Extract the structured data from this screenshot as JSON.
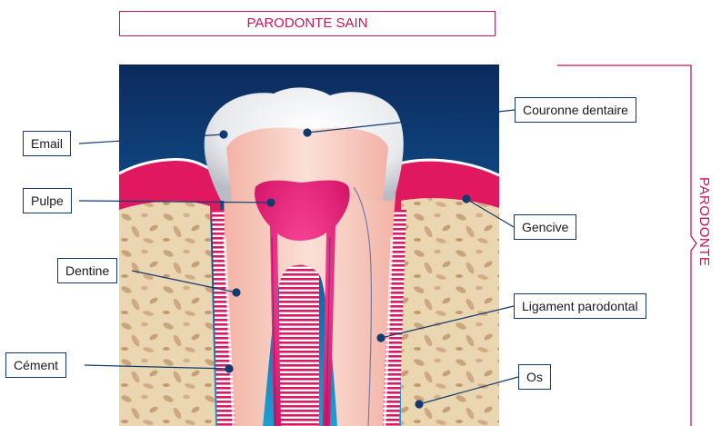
{
  "title": "PARODONTE SAIN",
  "side_label": "PARODONTE",
  "labels": {
    "email": "Email",
    "pulpe": "Pulpe",
    "dentine": "Dentine",
    "cement": "Cément",
    "couronne": "Couronne dentaire",
    "gencive": "Gencive",
    "ligament": "Ligament parodontal",
    "os": "Os"
  },
  "colors": {
    "accent": "#c2185b",
    "callout_border": "#123a6e",
    "background_top": "#0b2a5c",
    "background_bottom": "#1e9fd3",
    "bone": "#e8d3ad",
    "gum": "#e0185f"
  }
}
